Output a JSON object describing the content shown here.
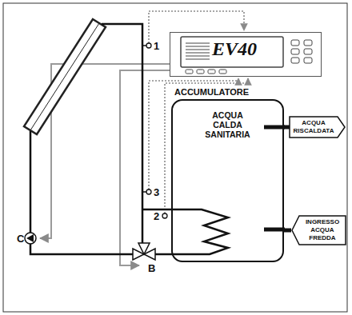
{
  "diagram": {
    "nodes": [
      {
        "text": [
          "EV40"
        ]
      },
      {
        "text": [
          "ACCUMULATORE",
          "ACQUA CALDA SANITARIA"
        ]
      },
      {
        "text": [
          "ACQUA RISCALDATA"
        ]
      },
      {
        "text": [
          "INGRESSO ACQUA FREDDA"
        ]
      }
    ],
    "edges": [
      {
        "from": 1,
        "to": 2,
        "arrow": "none"
      },
      {
        "from": 3,
        "to": 1,
        "arrow": "none"
      }
    ],
    "labels": [
      "1",
      "3",
      "2",
      "C",
      "B"
    ]
  }
}
